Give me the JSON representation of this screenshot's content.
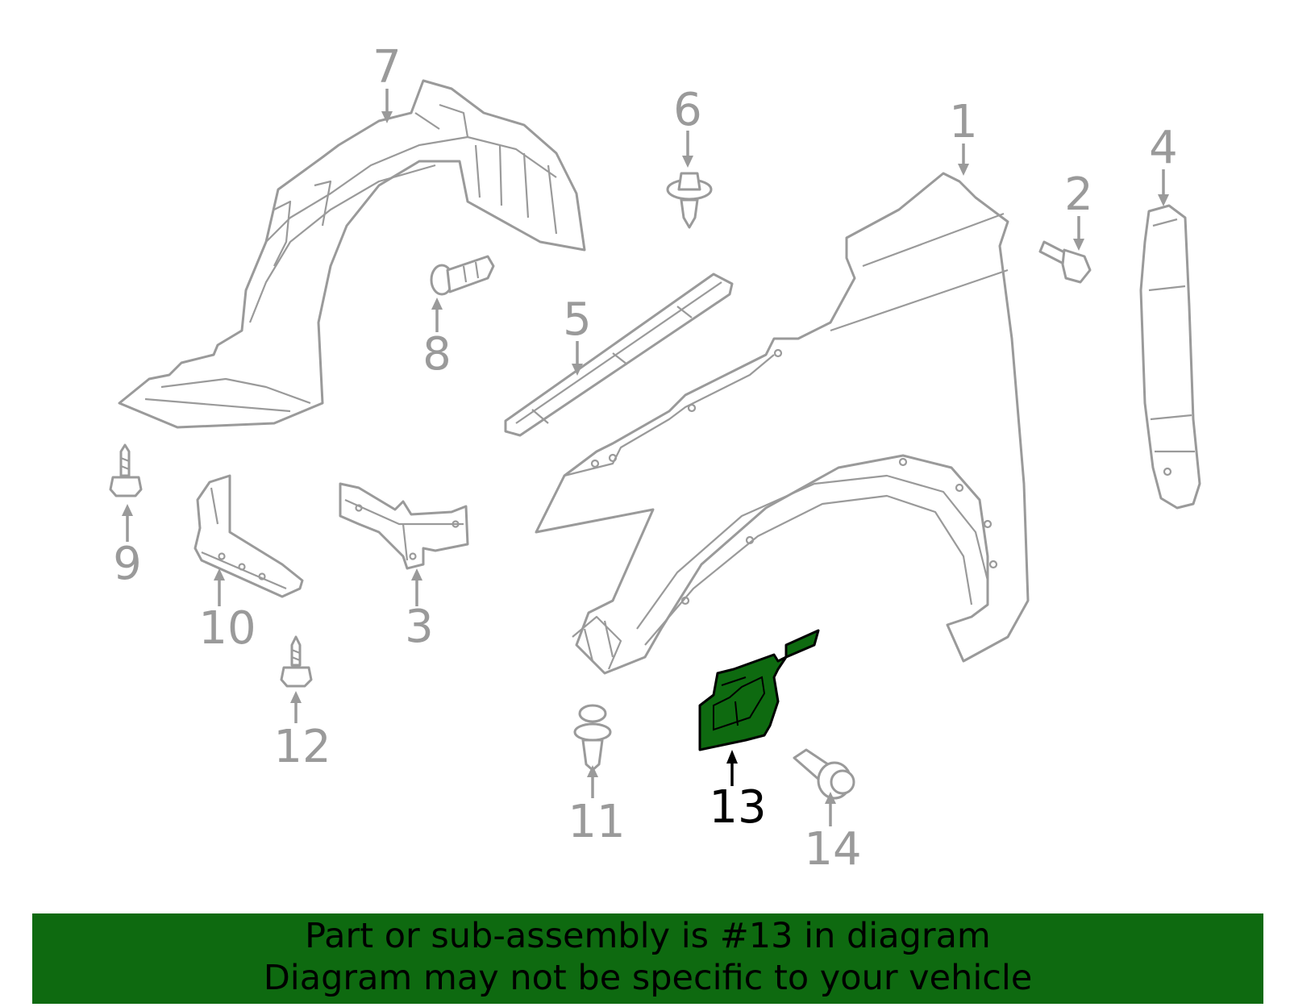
{
  "diagram": {
    "callouts": [
      "1",
      "2",
      "3",
      "4",
      "5",
      "6",
      "7",
      "8",
      "9",
      "10",
      "11",
      "12",
      "13",
      "14"
    ],
    "highlighted_part": "13",
    "highlight_color": "#0e6a10",
    "line_color": "#9a9a9a"
  },
  "banner": {
    "line1": "Part or sub-assembly is #13 in diagram",
    "line2": "Diagram may not be specific to your vehicle",
    "background": "#0e6a10"
  }
}
